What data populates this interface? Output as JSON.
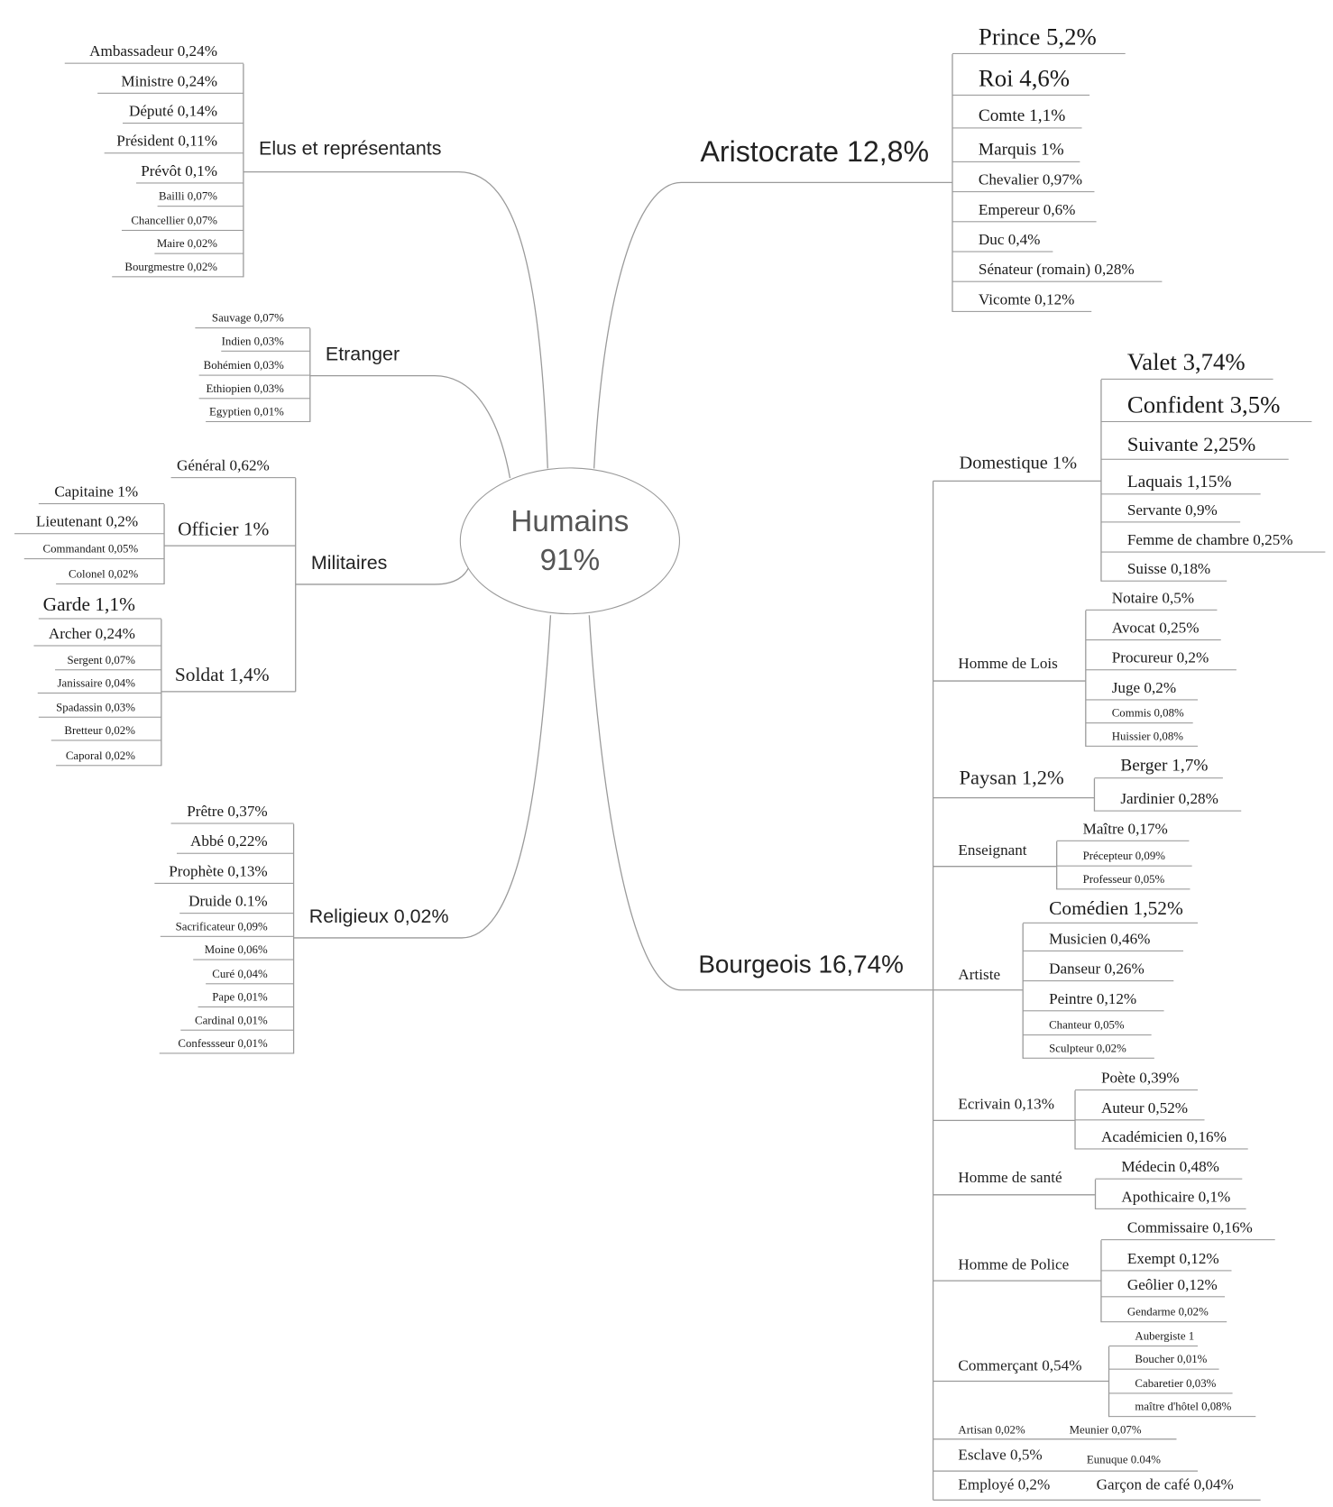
{
  "center": {
    "title": "Humains",
    "value": "91%"
  },
  "branches": {
    "elus": {
      "label": "Elus et représentants",
      "items": [
        "Ambassadeur 0,24%",
        "Ministre 0,24%",
        "Député 0,14%",
        "Président 0,11%",
        "Prévôt 0,1%",
        "Bailli 0,07%",
        "Chancellier 0,07%",
        "Maire 0,02%",
        "Bourgmestre 0,02%"
      ]
    },
    "etranger": {
      "label": "Etranger",
      "items": [
        "Sauvage 0,07%",
        "Indien 0,03%",
        "Bohémien 0,03%",
        "Ethiopien  0,03%",
        "Egyptien  0,01%"
      ]
    },
    "militaires": {
      "label": "Militaires",
      "items": [
        "Général 0,62%"
      ],
      "groups": {
        "officier": {
          "label": "Officier 1%",
          "items": [
            "Capitaine 1%",
            "Lieutenant 0,2%",
            "Commandant 0,05%",
            "Colonel  0,02%"
          ]
        },
        "soldat": {
          "label": "Soldat 1,4%",
          "items": [
            "Garde 1,1%",
            "Archer 0,24%",
            "Sergent 0,07%",
            "Janissaire 0,04%",
            "Spadassin 0,03%",
            "Bretteur 0,02%",
            "Caporal 0,02%"
          ]
        }
      }
    },
    "religieux": {
      "label": "Religieux 0,02%",
      "items": [
        "Prêtre 0,37%",
        "Abbé 0,22%",
        "Prophète 0,13%",
        "Druide 0.1%",
        "Sacrificateur 0,09%",
        "Moine 0,06%",
        "Curé 0,04%",
        "Pape 0,01%",
        "Cardinal 0,01%",
        "Confessseur 0,01%"
      ]
    },
    "aristocrate": {
      "label": "Aristocrate 12,8%",
      "items": [
        "Prince 5,2%",
        "Roi 4,6%",
        "Comte 1,1%",
        "Marquis 1%",
        "Chevalier 0,97%",
        "Empereur 0,6%",
        "Duc 0,4%",
        "Sénateur (romain) 0,28%",
        "Vicomte 0,12%"
      ]
    },
    "bourgeois": {
      "label": "Bourgeois 16,74%",
      "groups": {
        "domestique": {
          "label": "Domestique 1%",
          "items": [
            "Valet 3,74%",
            "Confident 3,5%",
            "Suivante 2,25%",
            "Laquais 1,15%",
            "Servante 0,9%",
            "Femme de chambre 0,25%",
            "Suisse 0,18%"
          ]
        },
        "lois": {
          "label": "Homme de Lois",
          "items": [
            "Notaire 0,5%",
            "Avocat 0,25%",
            "Procureur 0,2%",
            "Juge 0,2%",
            "Commis 0,08%",
            "Huissier 0,08%"
          ]
        },
        "paysan": {
          "label": "Paysan 1,2%",
          "items": [
            "Berger 1,7%",
            "Jardinier 0,28%"
          ]
        },
        "enseignant": {
          "label": "Enseignant",
          "items": [
            "Maître 0,17%",
            "Précepteur 0,09%",
            "Professeur 0,05%"
          ]
        },
        "artiste": {
          "label": "Artiste",
          "items": [
            "Comédien 1,52%",
            "Musicien 0,46%",
            "Danseur 0,26%",
            "Peintre 0,12%",
            "Chanteur 0,05%",
            "Sculpteur 0,02%"
          ]
        },
        "ecrivain": {
          "label": "Ecrivain 0,13%",
          "items": [
            "Poète 0,39%",
            "Auteur 0,52%",
            "Académicien 0,16%"
          ]
        },
        "sante": {
          "label": "Homme de santé",
          "items": [
            "Médecin 0,48%",
            "Apothicaire 0,1%"
          ]
        },
        "police": {
          "label": "Homme de Police",
          "items": [
            "Commissaire 0,16%",
            "Exempt 0,12%",
            "Geôlier 0,12%",
            "Gendarme 0,02%"
          ]
        },
        "commercant": {
          "label": "Commerçant 0,54%",
          "items": [
            "Aubergiste 1",
            "Boucher 0,01%",
            "Cabaretier 0,03%",
            "maître d'hôtel 0,08%"
          ]
        },
        "artisan": {
          "label": "Artisan 0,02%",
          "items": [
            "Meunier 0,07%"
          ]
        },
        "esclave": {
          "label": "Esclave 0,5%",
          "items": [
            "Eunuque 0.04%"
          ]
        },
        "employe": {
          "label": "Employé 0,2%",
          "items": [
            "Garçon de café 0,04%"
          ]
        }
      }
    }
  },
  "colors": {
    "line": "#9a9a9a",
    "text": "#1a1a1a",
    "center_text": "#555555"
  }
}
